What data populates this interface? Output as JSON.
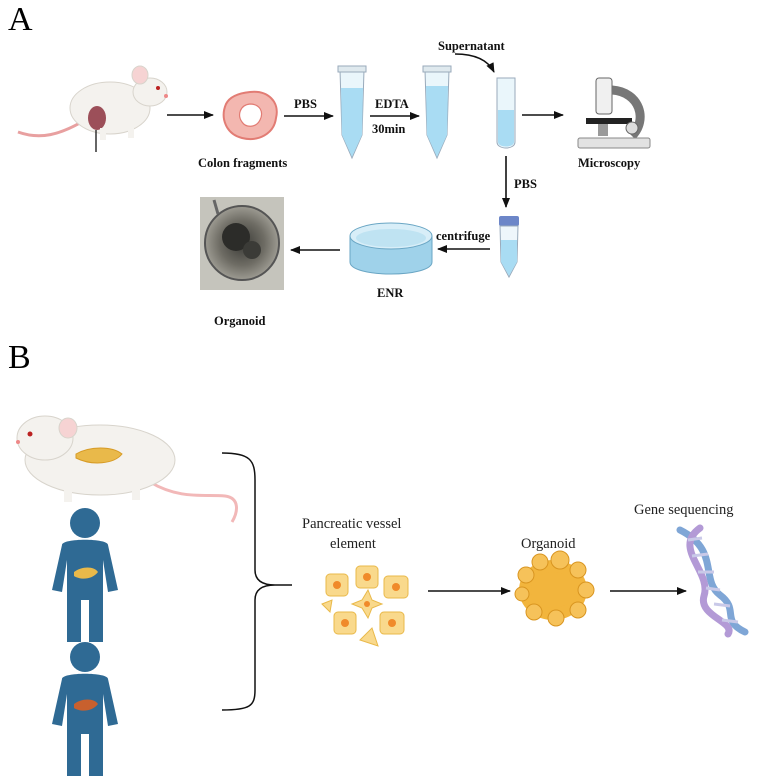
{
  "panel_a": {
    "letter": "A",
    "labels": {
      "pbs1": "PBS",
      "edta": "EDTA",
      "time": "30min",
      "supernatant": "Supernatant",
      "colon_fragments": "Colon fragments",
      "microscopy": "Microscopy",
      "pbs2": "PBS",
      "centrifuge": "centrifuge",
      "enr": "ENR",
      "organoid": "Organoid"
    }
  },
  "panel_b": {
    "letter": "B",
    "labels": {
      "vessel_line1": "Pancreatic vessel",
      "vessel_line2": "element",
      "organoid": "Organoid",
      "sequencing": "Gene sequencing"
    }
  },
  "colors": {
    "human": "#2f6a94",
    "pancreas": "#e9b94a",
    "organoid": "#f2b53d",
    "liquid": "#a9dcf3",
    "tube_cap": "#6c86c8",
    "dna_blue": "#7fa6d6",
    "dna_purple": "#b39ad6"
  }
}
